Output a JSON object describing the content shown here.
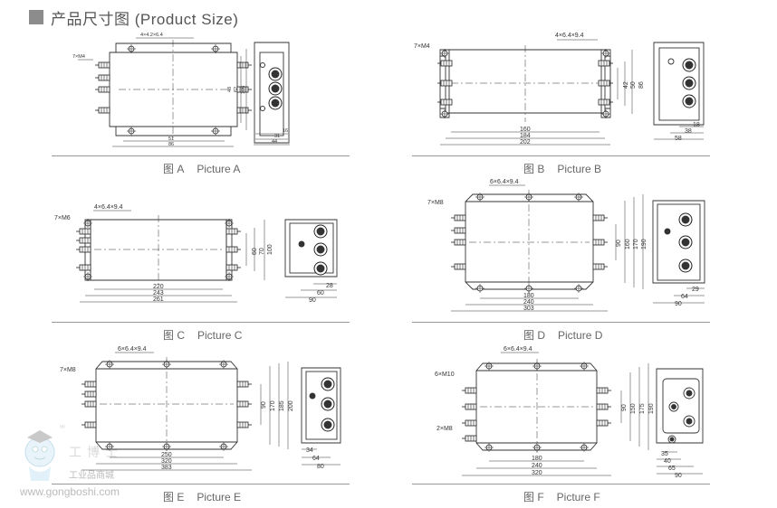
{
  "header": {
    "title": "产品尺寸图 (Product Size)"
  },
  "pictures": [
    {
      "id": "A",
      "cn": "图 A",
      "en": "Picture A",
      "hole_note": "4×4.2×6.4",
      "stud_note": "7×M4",
      "widths": [
        "51",
        "86"
      ],
      "heights": [
        "48",
        "62",
        "106"
      ],
      "side_dims": [
        "16",
        "31",
        "44"
      ]
    },
    {
      "id": "B",
      "cn": "图 B",
      "en": "Picture B",
      "hole_note": "4×6.4×9.4",
      "stud_note": "7×M4",
      "widths": [
        "160",
        "184",
        "202"
      ],
      "heights": [
        "42",
        "50",
        "86"
      ],
      "side_dims": [
        "18",
        "38",
        "58"
      ]
    },
    {
      "id": "C",
      "cn": "图 C",
      "en": "Picture C",
      "hole_note": "4×6.4×9.4",
      "stud_note": "7×M6",
      "widths": [
        "220",
        "243",
        "261"
      ],
      "heights": [
        "60",
        "70",
        "100"
      ],
      "side_dims": [
        "28",
        "60",
        "90"
      ]
    },
    {
      "id": "D",
      "cn": "图 D",
      "en": "Picture D",
      "hole_note": "6×6.4×9.4",
      "stud_note": "7×M8",
      "widths": [
        "180",
        "240",
        "303"
      ],
      "heights": [
        "90",
        "160",
        "170",
        "190"
      ],
      "side_dims": [
        "29",
        "64",
        "90"
      ]
    },
    {
      "id": "E",
      "cn": "图 E",
      "en": "Picture E",
      "hole_note": "6×6.4×9.4",
      "stud_note": "7×M8",
      "widths": [
        "250",
        "320",
        "383"
      ],
      "heights": [
        "90",
        "170",
        "185",
        "200"
      ],
      "side_dims": [
        "34",
        "64",
        "80"
      ]
    },
    {
      "id": "F",
      "cn": "图 F",
      "en": "Picture F",
      "hole_note": "6×6.4×9.4",
      "stud_note": "6×M10",
      "stud_note2": "2×M8",
      "widths": [
        "180",
        "240",
        "320"
      ],
      "heights": [
        "90",
        "150",
        "175",
        "190"
      ],
      "side_dims": [
        "35",
        "40",
        "65",
        "90"
      ]
    }
  ],
  "watermark": {
    "url": "www.gongboshi.com",
    "cn": "工业品商城",
    "brand": "工博士",
    "reg": "®"
  }
}
